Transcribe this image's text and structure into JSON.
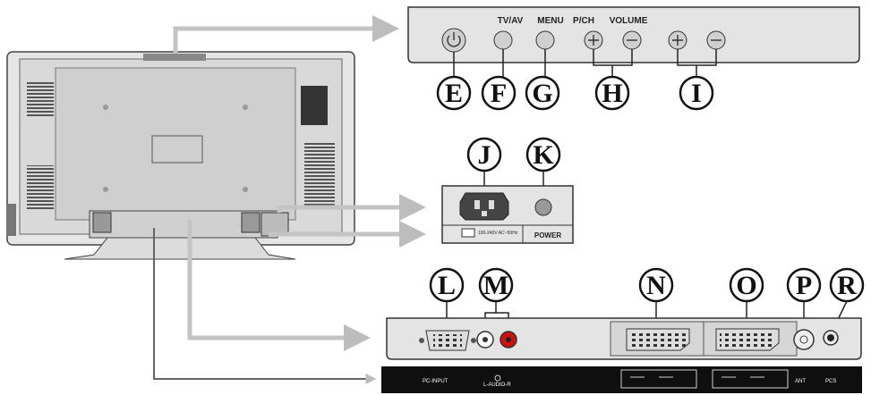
{
  "top_panel": {
    "tvav_label": "TV/AV",
    "menu_label": "MENU",
    "pch_label": "P/CH",
    "volume_label": "VOLUME"
  },
  "callouts": {
    "E": "E",
    "F": "F",
    "G": "G",
    "H": "H",
    "I": "I",
    "J": "J",
    "K": "K",
    "L": "L",
    "M": "M",
    "N": "N",
    "O": "O",
    "P": "P",
    "R": "R"
  },
  "power_panel": {
    "rating": "100-240V AC~50Hz",
    "power_label": "POWER"
  },
  "bottom_strip": {
    "pc_input": "PC-INPUT",
    "audio": "L-AUDIO-R",
    "ant": "ANT",
    "pcs": "PCS"
  },
  "colors": {
    "panel_fill": "#e4e4e4",
    "outline": "#333333",
    "arrow": "#c8c8c8",
    "red_jack": "#cc1111",
    "strip": "#0f0f0f"
  }
}
